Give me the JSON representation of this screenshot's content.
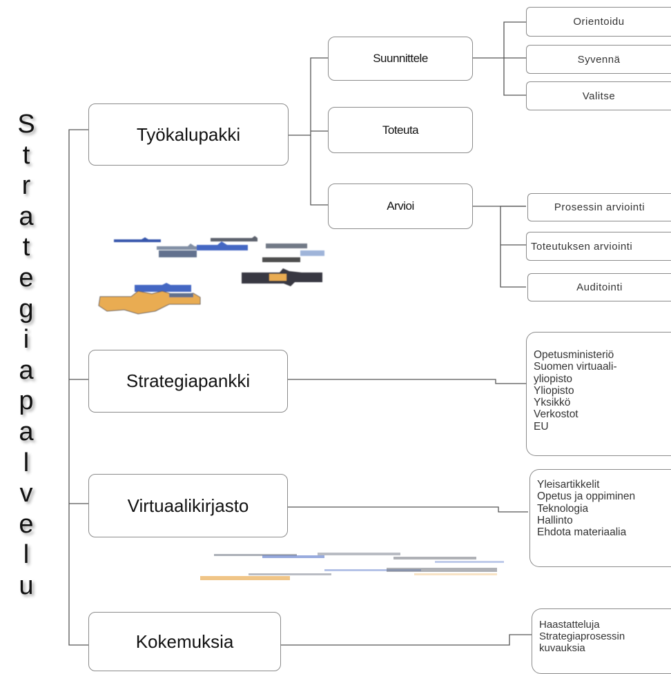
{
  "vertical_title": [
    "S",
    "t",
    "r",
    "a",
    "t",
    "e",
    "g",
    "i",
    "a",
    "p",
    "a",
    "l",
    "v",
    "e",
    "l",
    "u"
  ],
  "main_sections": {
    "tyokalupakki": "Työkalupakki",
    "strategiapankki": "Strategiapankki",
    "virtuaalikirjasto": "Virtuaalikirjasto",
    "kokemuksia": "Kokemuksia"
  },
  "tyokalupakki_children": {
    "suunnittele": "Suunnittele",
    "toteuta": "Toteuta",
    "arvioi": "Arvioi"
  },
  "suunnittele_children": [
    "Orientoidu",
    "Syvennä",
    "Valitse"
  ],
  "arvioi_children": [
    "Prosessin arviointi",
    "Toteutuksen arviointi",
    "Auditointi"
  ],
  "strategiapankki_list": [
    "Opetusministeriö",
    "Suomen virtuaali-",
    "yliopisto",
    "Yliopisto",
    "Yksikkö",
    "Verkostot",
    "EU"
  ],
  "virtuaalikirjasto_list": [
    "Yleisartikkelit",
    "Opetus ja oppiminen",
    "Teknologia",
    "Hallinto",
    "Ehdota materiaalia"
  ],
  "kokemuksia_list": [
    "Haastatteluja",
    "Strategiaprosessin",
    "kuvauksia"
  ],
  "colors": {
    "line": "#555555",
    "border": "#8a8a8a",
    "puzzle_blue": "#3a5fc0",
    "puzzle_orange": "#e8a84a",
    "puzzle_gray": "#6b7280"
  }
}
